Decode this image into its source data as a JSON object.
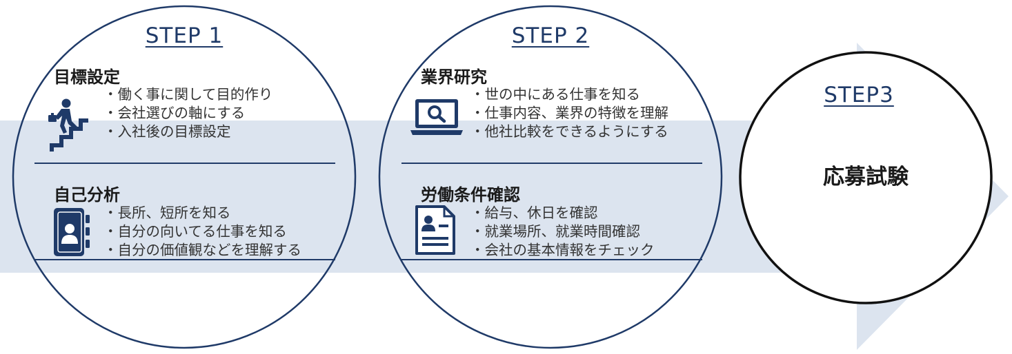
{
  "colors": {
    "arrow_fill": "#dce4ef",
    "circle_stroke": "#1f3a68",
    "final_circle_stroke": "#111111",
    "step_title": "#1f3a68",
    "icon": "#1f3a68"
  },
  "steps": [
    {
      "title": "STEP 1",
      "sections": [
        {
          "title": "目標設定",
          "icon": "stairs-climbing-person-icon",
          "bullets": [
            "・働く事に関して目的作り",
            "・会社選びの軸にする",
            "・入社後の目標設定"
          ]
        },
        {
          "title": "自己分析",
          "icon": "address-book-profile-icon",
          "bullets": [
            "・長所、短所を知る",
            "・自分の向いてる仕事を知る",
            "・自分の価値観などを理解する"
          ]
        }
      ]
    },
    {
      "title": "STEP 2",
      "sections": [
        {
          "title": "業界研究",
          "icon": "laptop-search-icon",
          "bullets": [
            "・世の中にある仕事を知る",
            "・仕事内容、業界の特徴を理解",
            "・他社比較をできるようにする"
          ]
        },
        {
          "title": "労働条件確認",
          "icon": "resume-document-icon",
          "bullets": [
            "・給与、休日を確認",
            "・就業場所、就業時間確認",
            "・会社の基本情報をチェック"
          ]
        }
      ]
    },
    {
      "title": "STEP3",
      "label": "応募試験"
    }
  ]
}
